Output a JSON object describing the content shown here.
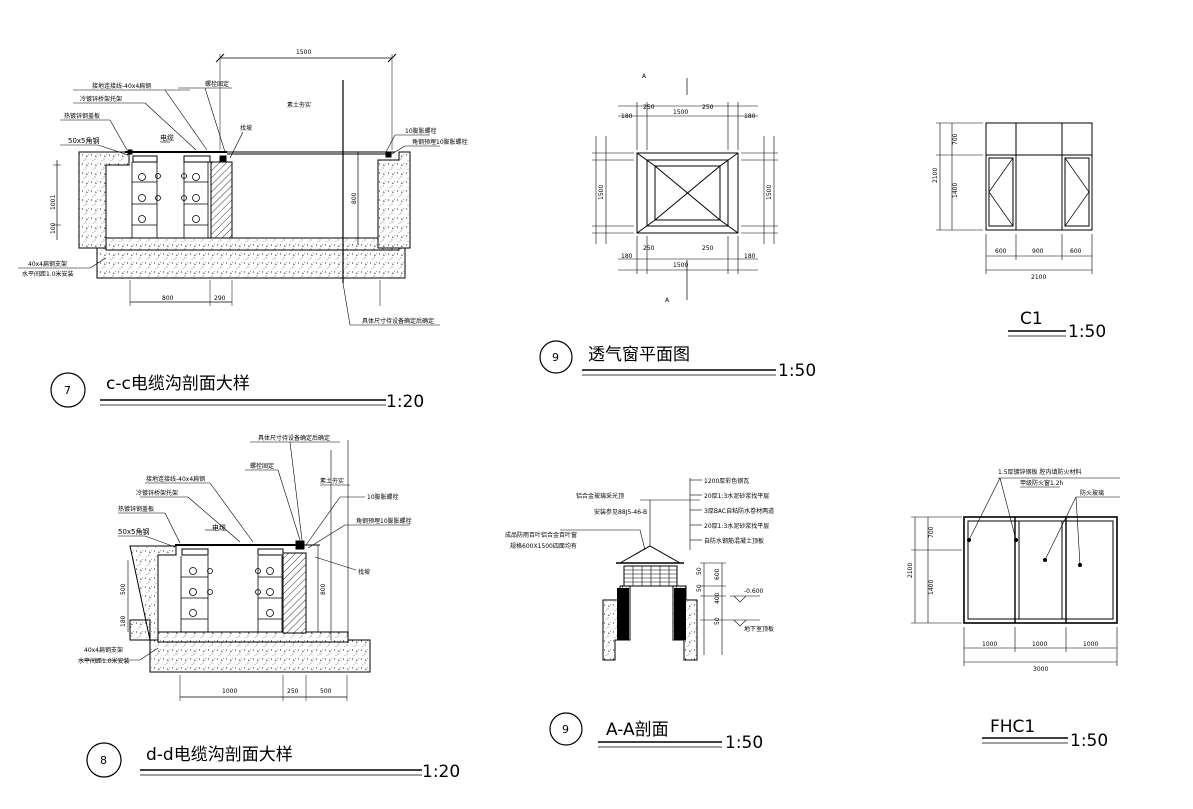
{
  "drawings": {
    "d7": {
      "number": "7",
      "title": "c-c电缆沟剖面大样",
      "scale": "1:20",
      "dims": {
        "top": "1500",
        "bottom_left": "800",
        "bottom_right": "290",
        "h1": "1001",
        "h2": "100",
        "h_right": "800"
      },
      "labels": {
        "grounding": "接地连接线-40x4扁钢",
        "cable_tray": "冷镀锌桥架托架",
        "steel_frame": "热镀锌钢盖板",
        "angle": "50x5角钢",
        "cable": "电缆",
        "fix": "螺栓固定",
        "slope": "找坡",
        "fill": "素土夯实",
        "bolt": "10膨胀螺栓",
        "steel_plate": "角钢预埋10膨胀螺栓",
        "ground_bar": "40x4扁钢支架",
        "spacing": "水平间距1.0米安装",
        "note": "具体尺寸待设备确定后确定"
      }
    },
    "d8": {
      "number": "8",
      "title": "d-d电缆沟剖面大样",
      "scale": "1:20",
      "dims": {
        "bottom_left": "1000",
        "bottom_mid": "250",
        "bottom_right": "500",
        "h1": "500",
        "h2": "180",
        "h_right": "800"
      },
      "labels": {
        "note": "具体尺寸待设备确定后确定",
        "fix": "螺栓固定",
        "fill": "素土夯实",
        "grounding": "接地连接线-40x4扁钢",
        "cable_tray": "冷镀锌桥架托架",
        "steel_frame": "热镀锌钢盖板",
        "bolt": "10膨胀螺栓",
        "angle": "50x5角钢",
        "cable": "电缆",
        "steel_plate": "角钢预埋10膨胀螺栓",
        "slope": "找坡",
        "ground_bar": "40x4扁钢支架",
        "spacing": "水平间距1.0米安装"
      }
    },
    "d9a": {
      "number": "9",
      "title": "透气窗平面图",
      "scale": "1:50",
      "section_mark": "A",
      "dims": {
        "a": "180",
        "b": "250",
        "c": "1500"
      }
    },
    "d9b": {
      "number": "9",
      "title": "A-A剖面",
      "scale": "1:50",
      "labels": {
        "roof": "1200厚彩色钢瓦",
        "l2": "20厚1:3水泥砂浆找平层",
        "l3": "3厚BAC自粘防水卷材两道",
        "l4": "20厚1:3水泥砂浆找平层",
        "l5": "自防水钢筋混凝土顶板",
        "glass": "铝合金玻璃采光顶",
        "install": "安装参见88J5-46-B",
        "louver": "成品防雨百叶铝合金百叶窗",
        "size": "规格600X1500四面均有",
        "elev": "-0.600",
        "basement": "地下室顶板"
      },
      "dims": {
        "d1": "50",
        "d2": "400",
        "d3": "600",
        "d4": "50",
        "d5": "50"
      }
    },
    "c1": {
      "title": "C1",
      "scale": "1:50",
      "dims": {
        "w1": "600",
        "w2": "900",
        "w3": "600",
        "total": "2100",
        "h_total": "2100",
        "h1": "700",
        "h2": "1400"
      }
    },
    "fhc1": {
      "title": "FHC1",
      "scale": "1:50",
      "labels": {
        "frame": "1.5厚镀锌钢板 腔内填防火材料",
        "type": "甲级防火窗1.2h",
        "glass": "防火玻璃"
      },
      "dims": {
        "w1": "1000",
        "w2": "1000",
        "w3": "1000",
        "total": "3000",
        "h_total": "2100",
        "h1": "700",
        "h2": "1400"
      }
    }
  }
}
